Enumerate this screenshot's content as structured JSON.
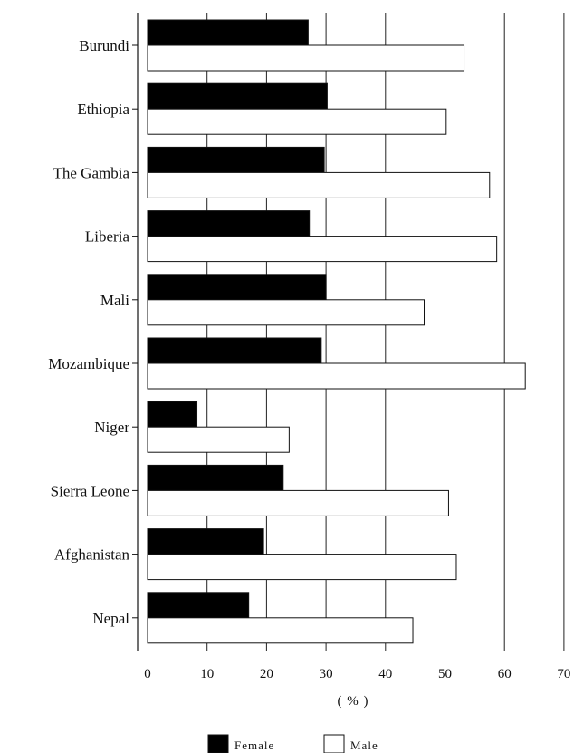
{
  "chart_data": {
    "type": "bar",
    "orientation": "horizontal",
    "title": "",
    "xlabel": "( % )",
    "ylabel": "",
    "categories": [
      "Burundi",
      "Ethiopia",
      "The Gambia",
      "Liberia",
      "Mali",
      "Mozambique",
      "Niger",
      "Sierra Leone",
      "Afghanistan",
      "Nepal"
    ],
    "series": [
      {
        "name": "Female",
        "values": [
          27.0,
          30.2,
          29.7,
          27.2,
          30.0,
          29.2,
          8.3,
          22.8,
          19.5,
          17.0
        ],
        "color": "#000000"
      },
      {
        "name": "Male",
        "values": [
          53.2,
          50.2,
          57.5,
          58.7,
          46.5,
          63.5,
          23.8,
          50.6,
          51.9,
          44.6
        ],
        "color": "#ffffff"
      }
    ],
    "xlim": [
      0,
      70
    ],
    "xticks": [
      "0",
      "10",
      "20",
      "30",
      "40",
      "50",
      "60",
      "70"
    ],
    "grid": true,
    "legend_position": "bottom-center"
  }
}
